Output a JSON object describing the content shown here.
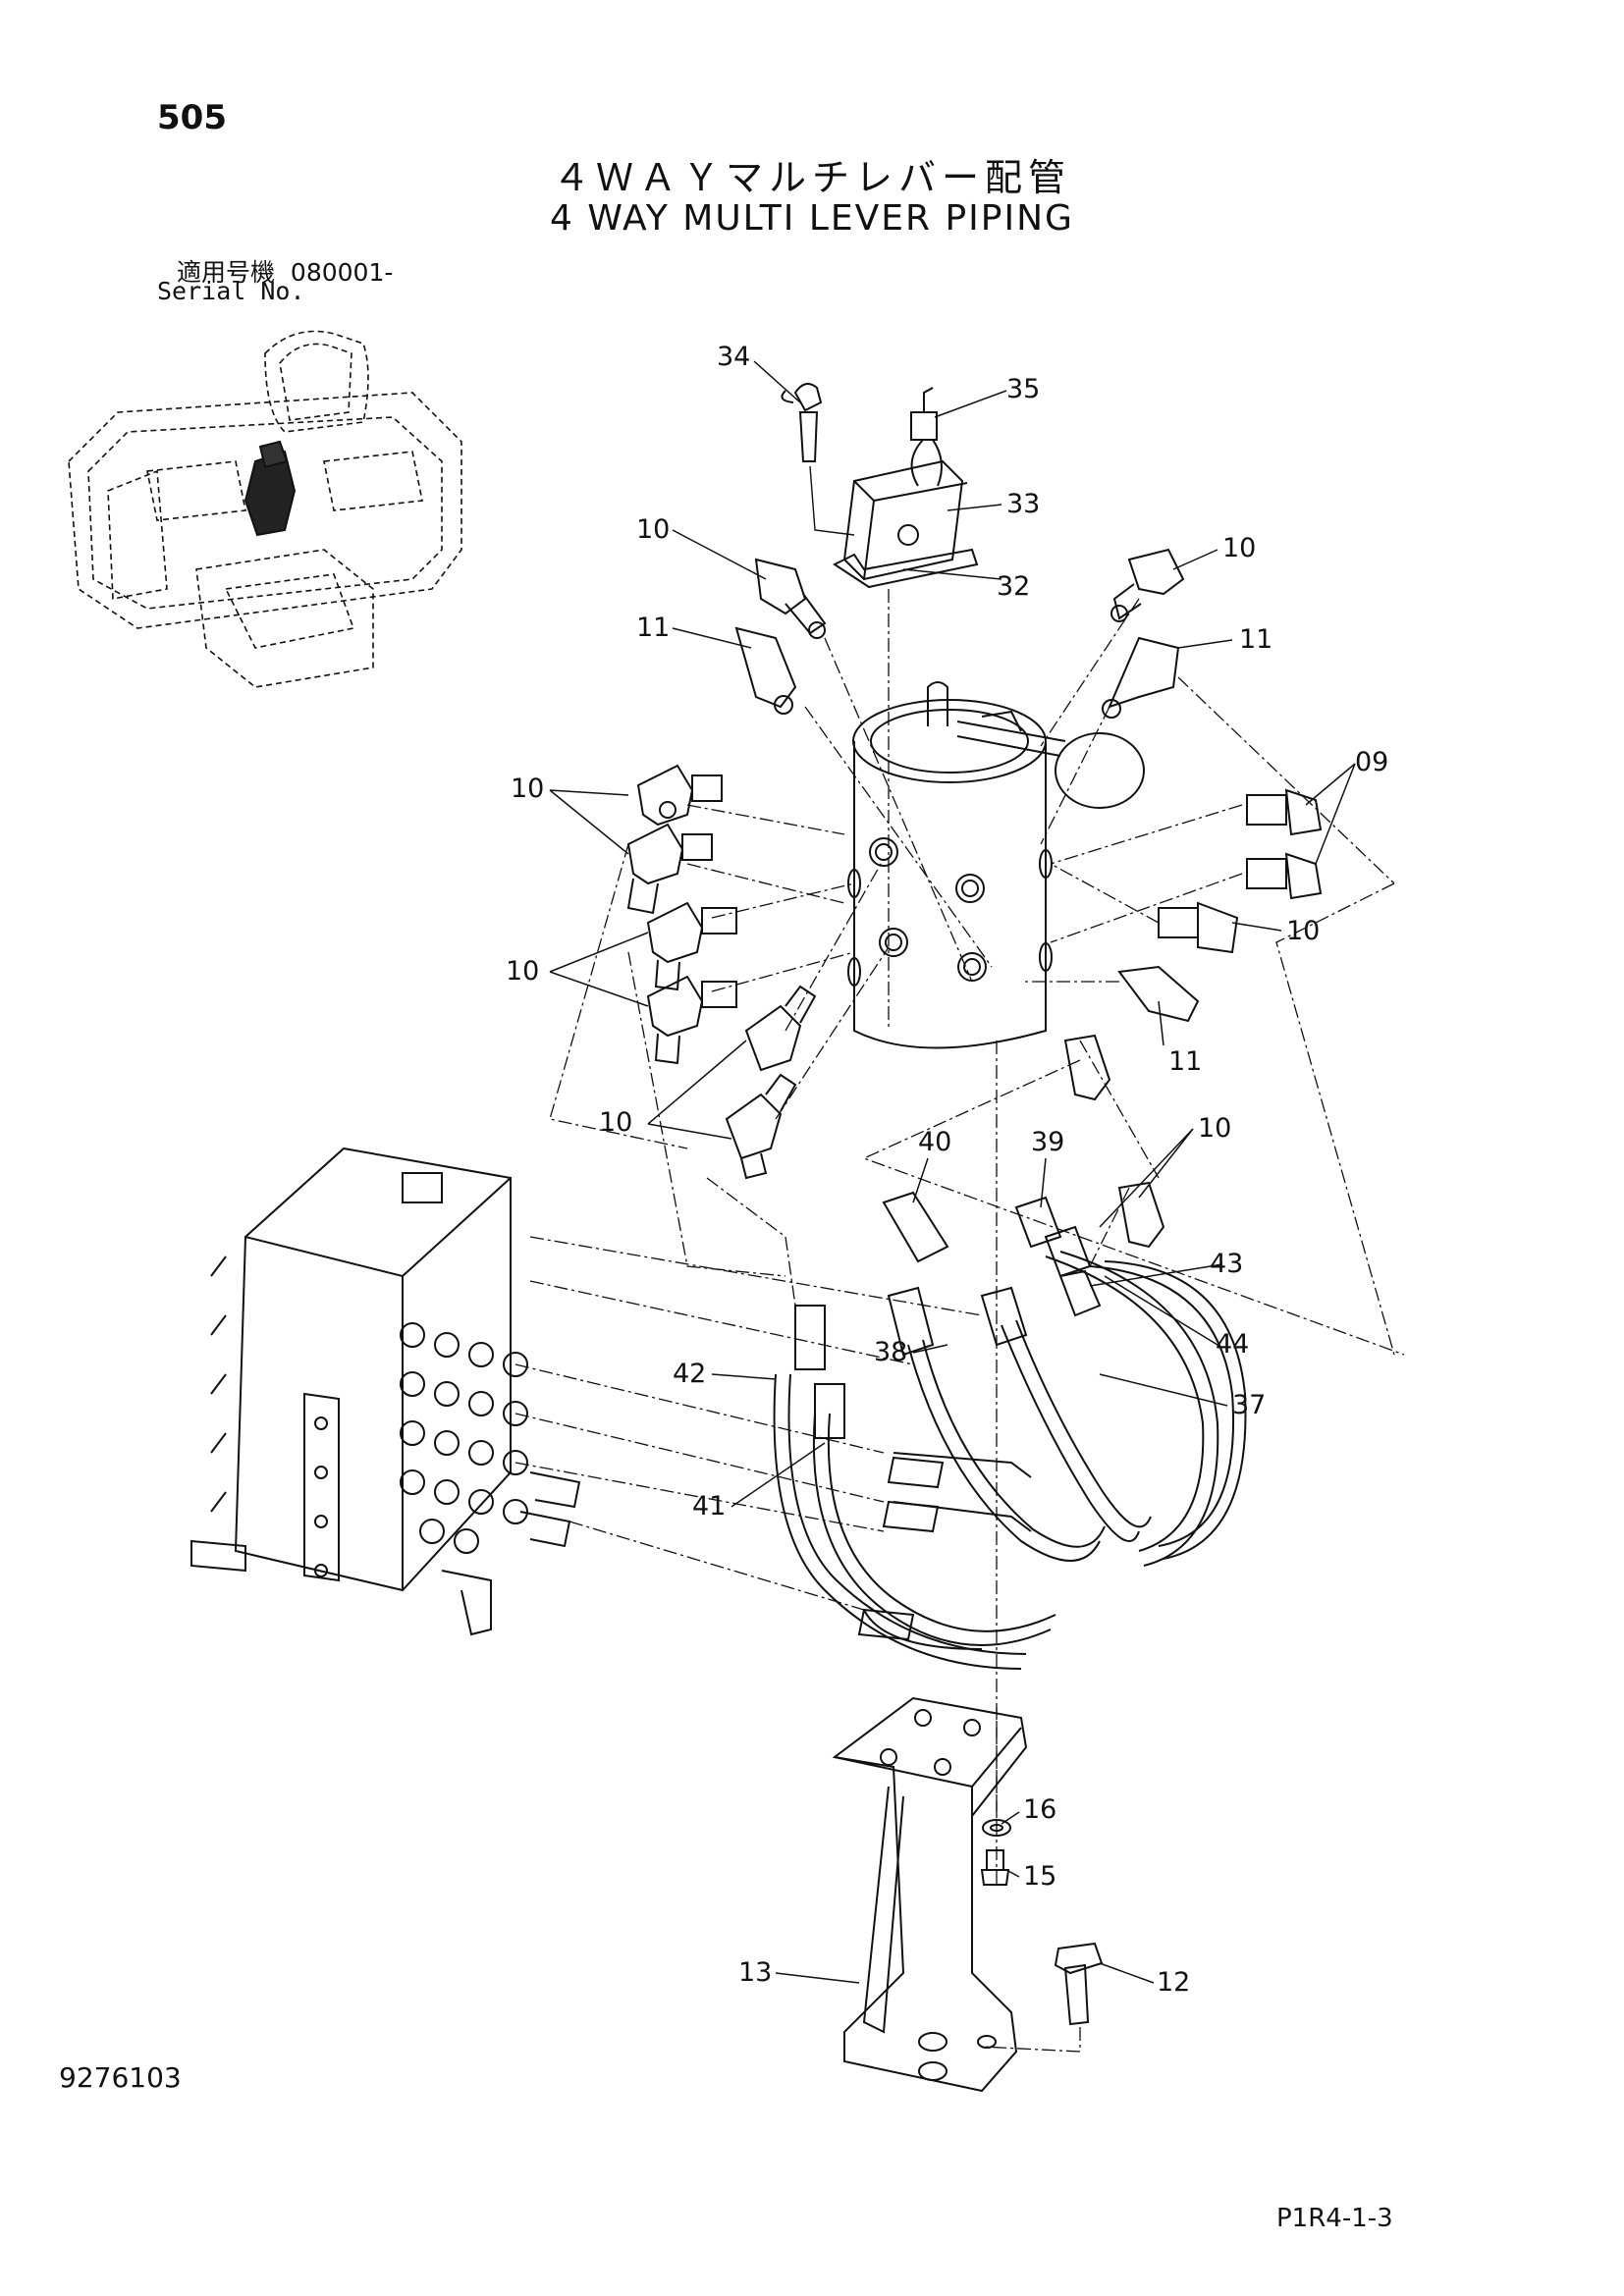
{
  "page_number": "505",
  "title_jp": "４ＷＡＹマルチレバー配管",
  "title_en": "4 WAY MULTI LEVER PIPING",
  "serial_label_jp": "適用号機",
  "serial_range": "080001-",
  "serial_label_en": "Serial No.",
  "drawing_number": "9276103",
  "page_code": "P1R4-1-3",
  "callouts": [
    {
      "id": "c34",
      "label": "34"
    },
    {
      "id": "c35",
      "label": "35"
    },
    {
      "id": "c33",
      "label": "33"
    },
    {
      "id": "c32",
      "label": "32"
    },
    {
      "id": "c10a",
      "label": "10"
    },
    {
      "id": "c10b",
      "label": "10"
    },
    {
      "id": "c11a",
      "label": "11"
    },
    {
      "id": "c11b",
      "label": "11"
    },
    {
      "id": "c09",
      "label": "09"
    },
    {
      "id": "c10c",
      "label": "10"
    },
    {
      "id": "c10d",
      "label": "10"
    },
    {
      "id": "c10e",
      "label": "10"
    },
    {
      "id": "c11c",
      "label": "11"
    },
    {
      "id": "c10f",
      "label": "10"
    },
    {
      "id": "c10g",
      "label": "10"
    },
    {
      "id": "c40",
      "label": "40"
    },
    {
      "id": "c39",
      "label": "39"
    },
    {
      "id": "c43",
      "label": "43"
    },
    {
      "id": "c44",
      "label": "44"
    },
    {
      "id": "c38",
      "label": "38"
    },
    {
      "id": "c42",
      "label": "42"
    },
    {
      "id": "c37",
      "label": "37"
    },
    {
      "id": "c41",
      "label": "41"
    },
    {
      "id": "c16",
      "label": "16"
    },
    {
      "id": "c15",
      "label": "15"
    },
    {
      "id": "c13",
      "label": "13"
    },
    {
      "id": "c12",
      "label": "12"
    }
  ]
}
